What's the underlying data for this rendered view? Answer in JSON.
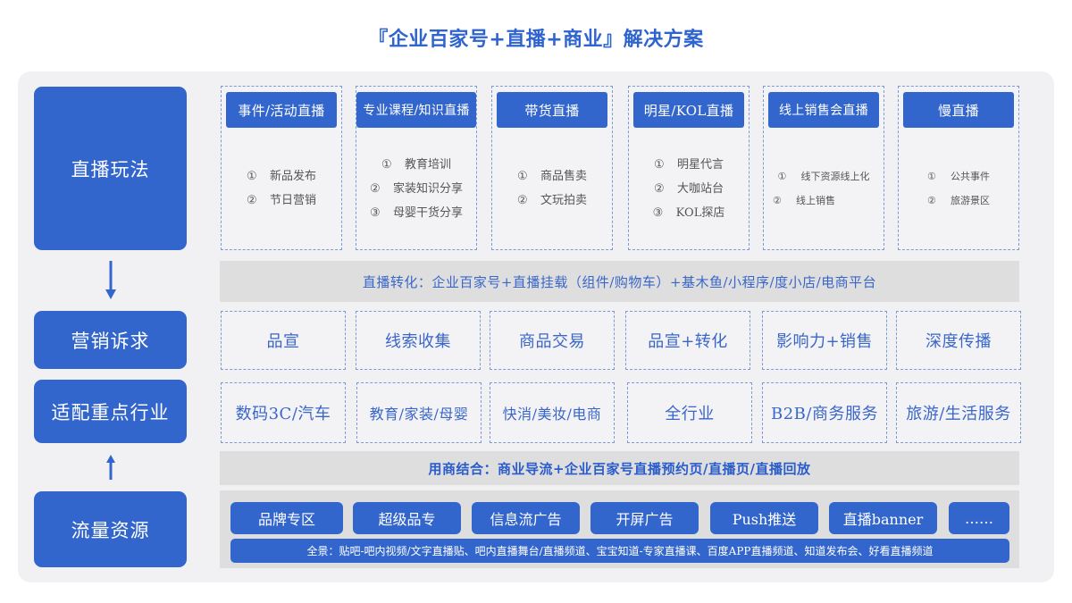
{
  "title": "『企业百家号+直播+商业』解决方案",
  "colors": {
    "primary_blue": "#3366cc",
    "panel_bg": "#f1f1f3",
    "bar_bg": "#dedede",
    "text_blue": "#3a66c9",
    "list_text": "#555555"
  },
  "left_labels": {
    "live_play": "直播玩法",
    "marketing": "营销诉求",
    "industries": "适配重点行业",
    "traffic": "流量资源"
  },
  "arrows": {
    "down": "arrow-down",
    "up": "arrow-up"
  },
  "live_types": [
    {
      "title": "事件/活动直播",
      "items": [
        {
          "num": "①",
          "text": "新品发布"
        },
        {
          "num": "②",
          "text": "节日营销"
        }
      ]
    },
    {
      "title": "专业课程/知识直播",
      "items": [
        {
          "num": "①",
          "text": "教育培训"
        },
        {
          "num": "②",
          "text": "家装知识分享"
        },
        {
          "num": "③",
          "text": "母婴干货分享"
        }
      ]
    },
    {
      "title": "带货直播",
      "items": [
        {
          "num": "①",
          "text": "商品售卖"
        },
        {
          "num": "②",
          "text": "文玩拍卖"
        }
      ]
    },
    {
      "title": "明星/KOL直播",
      "items": [
        {
          "num": "①",
          "text": "明星代言"
        },
        {
          "num": "②",
          "text": "大咖站台"
        },
        {
          "num": "③",
          "text": "KOL探店"
        }
      ]
    },
    {
      "title": "线上销售会直播",
      "items": [
        {
          "num": "①",
          "text": "线下资源线上化"
        },
        {
          "num": "②",
          "text": "线上销售"
        }
      ]
    },
    {
      "title": "慢直播",
      "items": [
        {
          "num": "①",
          "text": "公共事件"
        },
        {
          "num": "②",
          "text": "旅游景区"
        }
      ]
    }
  ],
  "conversion_bar": "直播转化：企业百家号+直播挂载（组件/购物车）+基木鱼/小程序/度小店/电商平台",
  "marketing_needs": [
    "品宣",
    "线索收集",
    "商品交易",
    "品宣+转化",
    "影响力+销售",
    "深度传播"
  ],
  "industries": [
    "数码3C/汽车",
    "教育/家装/母婴",
    "快消/美妆/电商",
    "全行业",
    "B2B/商务服务",
    "旅游/生活服务"
  ],
  "combination_bar": "用商结合：商业导流+企业百家号直播预约页/直播页/直播回放",
  "traffic_buttons": [
    "品牌专区",
    "超级品专",
    "信息流广告",
    "开屏广告",
    "Push推送",
    "直播banner",
    "……"
  ],
  "traffic_full": "全景：贴吧-吧内视频/文字直播贴、吧内直播舞台/直播频道、宝宝知道-专家直播课、百度APP直播频道、知道发布会、好看直播频道"
}
